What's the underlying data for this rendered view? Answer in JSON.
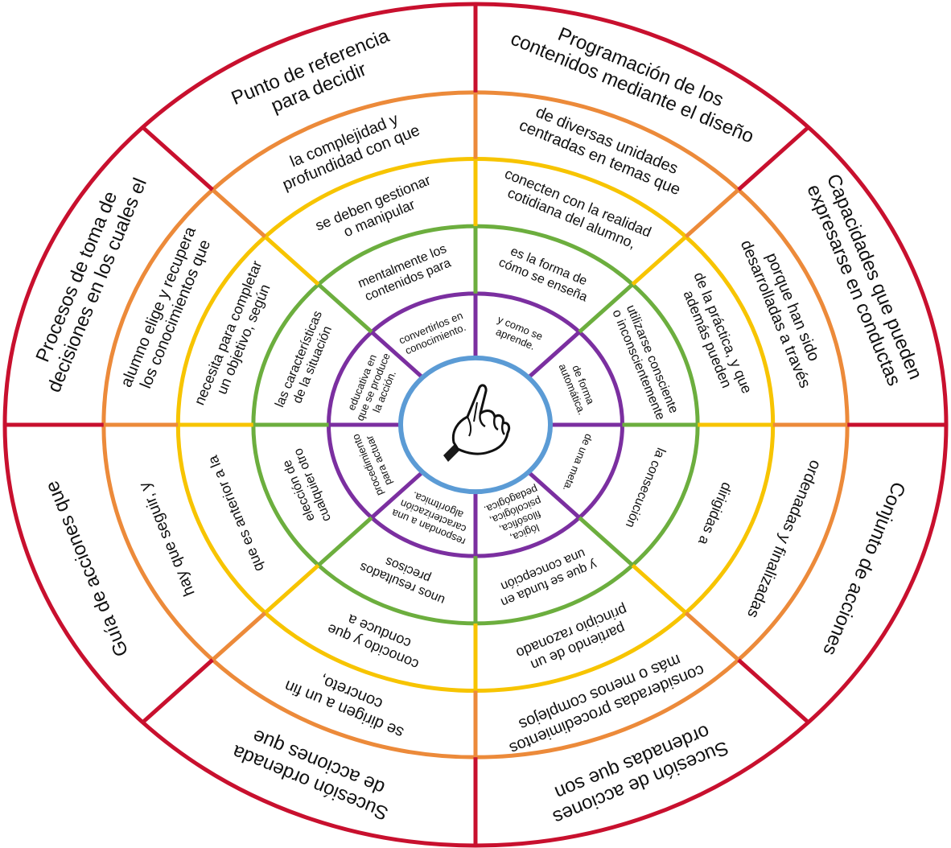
{
  "colors": {
    "ring5": "#c8102e",
    "ring4": "#ec8a3a",
    "ring3": "#f7c400",
    "ring2": "#6cae3e",
    "ring1": "#7b2fa0",
    "center": "#5b9bd5"
  },
  "center_icon": "pointing-hand-icon",
  "rings": [
    {
      "ring": "ring5",
      "segments": [
        {
          "lines": [
            "Programación de los",
            "contenidos mediante el diseño"
          ]
        },
        {
          "lines": [
            "Capacidades que pueden",
            "expresarse en conductas"
          ]
        },
        {
          "lines": [
            "Conjunto de acciones"
          ]
        },
        {
          "lines": [
            "Sucesión de acciones",
            "ordenadas que son"
          ]
        },
        {
          "lines": [
            "Sucesión ordenada",
            "de acciones que"
          ]
        },
        {
          "lines": [
            "Guía de acciones que"
          ]
        },
        {
          "lines": [
            "Procesos de toma de",
            "decisiones en los cuales el"
          ]
        },
        {
          "lines": [
            "Punto de referencia",
            "para decidir"
          ]
        }
      ]
    },
    {
      "ring": "ring4",
      "segments": [
        {
          "lines": [
            "de diversas unidades",
            "centradas en temas que"
          ]
        },
        {
          "lines": [
            "porque han sido",
            "desarrolladas a través"
          ]
        },
        {
          "lines": [
            "ordenadas y finalizadas"
          ]
        },
        {
          "lines": [
            "consideradas procedimientos",
            "más o menos complejos"
          ]
        },
        {
          "lines": [
            "se dirigen a un fin",
            "concreto,"
          ]
        },
        {
          "lines": [
            "hay que seguir, y"
          ]
        },
        {
          "lines": [
            "alumno elige y recupera",
            "los conocimientos que"
          ]
        },
        {
          "lines": [
            "la complejidad y",
            "profundidad con que"
          ]
        }
      ]
    },
    {
      "ring": "ring3",
      "segments": [
        {
          "lines": [
            "conecten con la realidad",
            "cotidiana del alumno,"
          ]
        },
        {
          "lines": [
            "de la práctica, y que",
            "además pueden"
          ]
        },
        {
          "lines": [
            "dirigidas a"
          ]
        },
        {
          "lines": [
            "partiendo de un",
            "principio razonado"
          ]
        },
        {
          "lines": [
            "conocido y que",
            "conduce a"
          ]
        },
        {
          "lines": [
            "que es anterior a la"
          ]
        },
        {
          "lines": [
            "necesita para completar",
            "un objetivo, según"
          ]
        },
        {
          "lines": [
            "se deben gestionar",
            "o manipular"
          ]
        }
      ]
    },
    {
      "ring": "ring2",
      "segments": [
        {
          "lines": [
            "es la forma de",
            "cómo se enseña"
          ]
        },
        {
          "lines": [
            "utilizarse consciente",
            "o inconscientemente"
          ]
        },
        {
          "lines": [
            "la consecución"
          ]
        },
        {
          "lines": [
            "y que se funda en",
            "una concepción"
          ]
        },
        {
          "lines": [
            "unos resultados",
            "precisos"
          ]
        },
        {
          "lines": [
            "elección de",
            "cualquier otro"
          ]
        },
        {
          "lines": [
            "las características",
            "de la situación"
          ]
        },
        {
          "lines": [
            "mentalmente los",
            "contenidos para"
          ]
        }
      ]
    },
    {
      "ring": "ring1",
      "segments": [
        {
          "lines": [
            "y como se",
            "aprende."
          ]
        },
        {
          "lines": [
            "de forma",
            "automática."
          ]
        },
        {
          "lines": [
            "de una meta."
          ]
        },
        {
          "lines": [
            "lógica,",
            "filosófica,",
            "psicológica,",
            "pedagógica."
          ]
        },
        {
          "lines": [
            "respondan a una",
            "caracterización",
            "algorítmica."
          ]
        },
        {
          "lines": [
            "procedimiento",
            "para actuar"
          ]
        },
        {
          "lines": [
            "educativa en",
            "que se produce",
            "la acción."
          ]
        },
        {
          "lines": [
            "convertirlos en",
            "conocimiento."
          ]
        }
      ]
    }
  ]
}
